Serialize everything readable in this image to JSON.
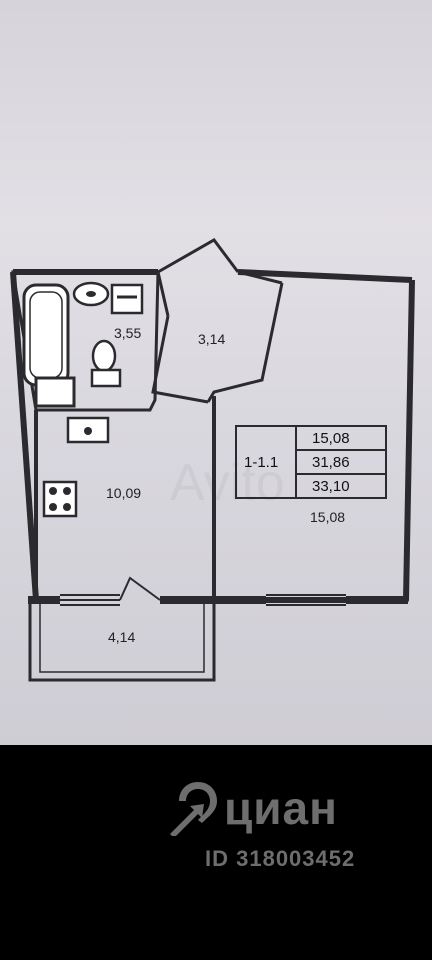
{
  "floor_plan": {
    "rooms": {
      "bathroom": "3,55",
      "hallway": "3,14",
      "kitchen": "10,09",
      "living_room": "15,08",
      "balcony": "4,14"
    },
    "area_table": {
      "unit_code": "1-1.1",
      "values": [
        "15,08",
        "31,86",
        "33,10"
      ]
    }
  },
  "watermark": {
    "brand": "циан",
    "listing_id": "ID 318003452",
    "logo_icon": "location-pin-arrow-icon",
    "color": "#6e6e6e"
  },
  "colors": {
    "wall": "#2b2a2e",
    "background": "#000000",
    "paper": "#dedbe2"
  }
}
